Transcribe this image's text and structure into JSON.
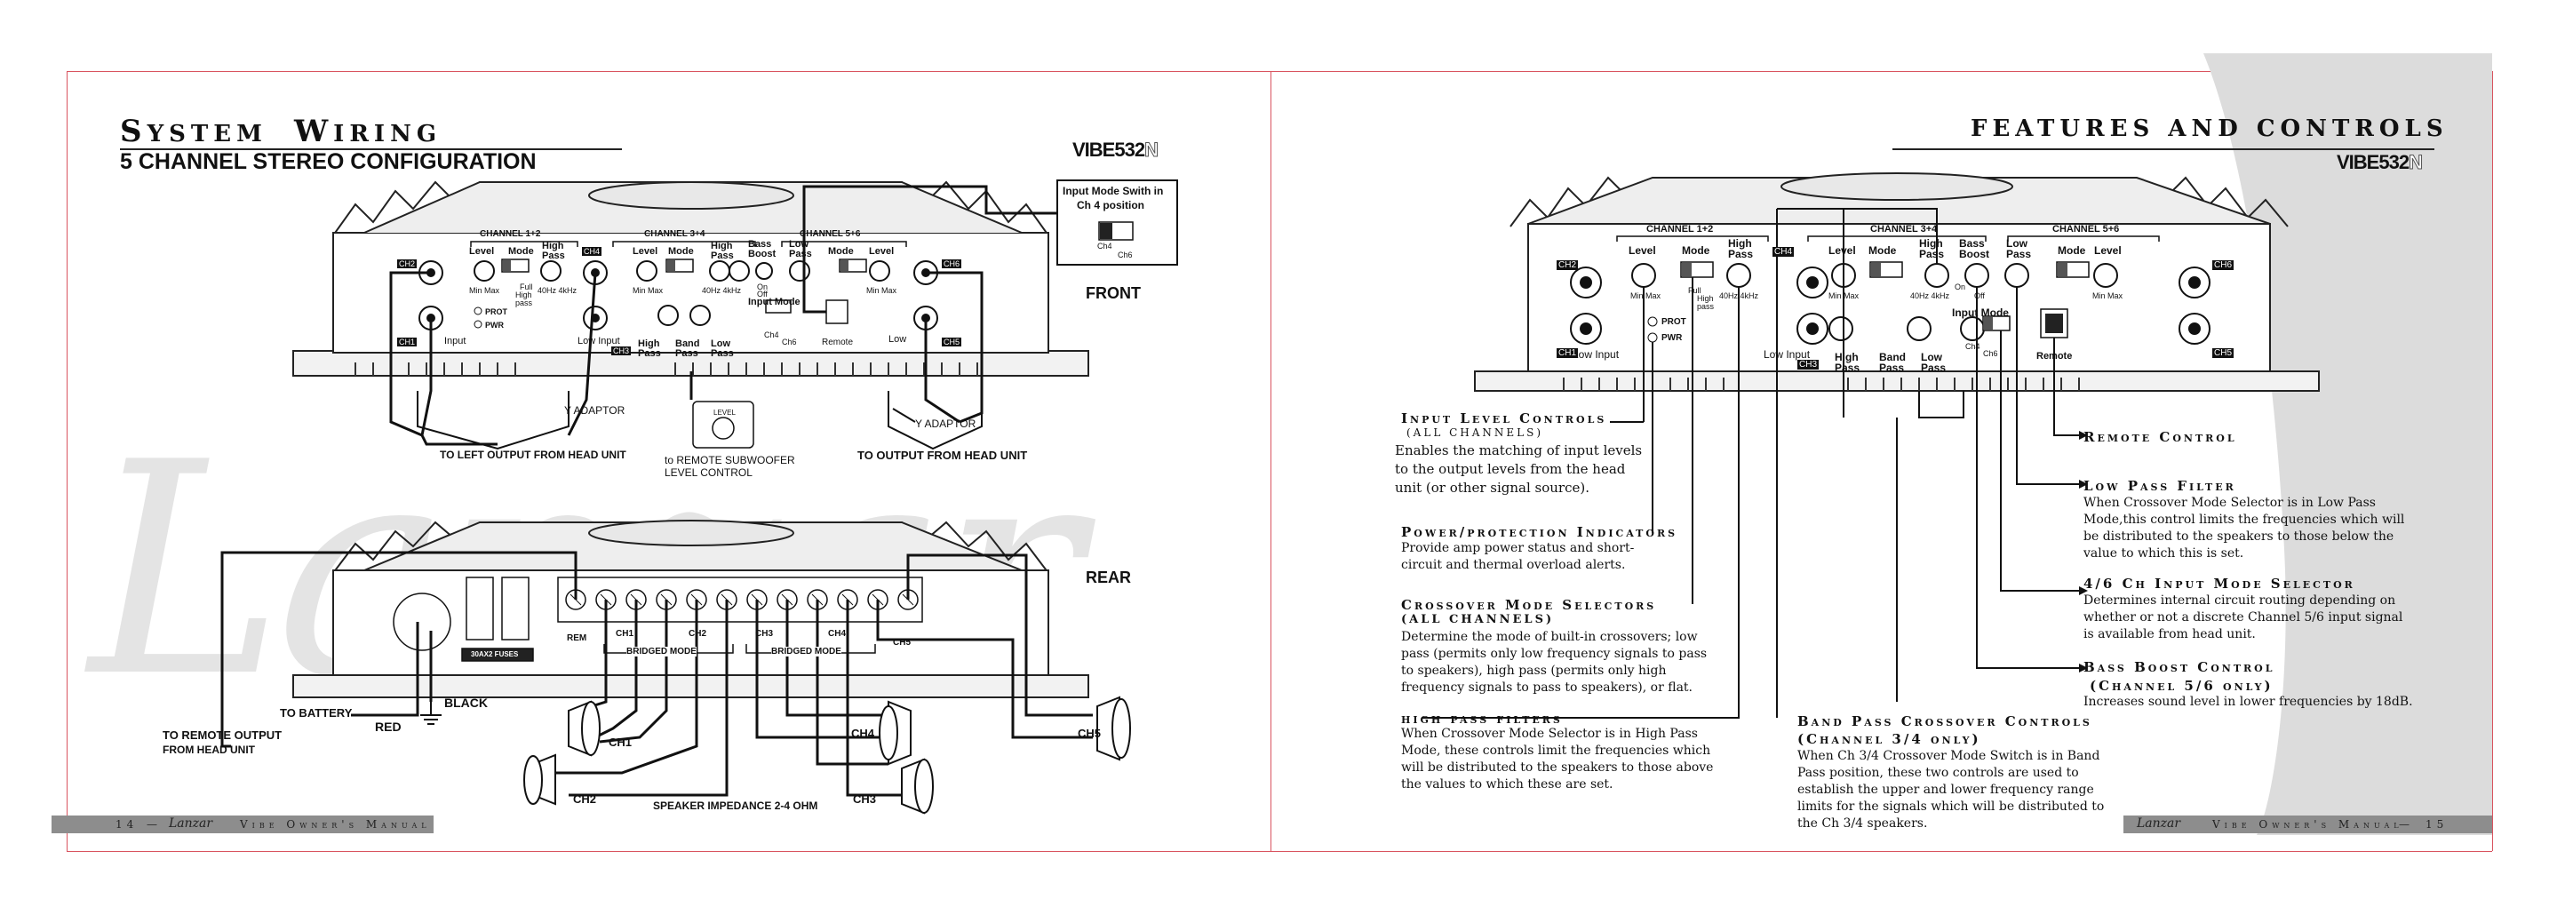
{
  "left_page": {
    "title_prefix_1": "S",
    "title_rest_1": "YSTEM",
    "title_prefix_2": "W",
    "title_rest_2": "IRING",
    "subtitle": "5 CHANNEL STEREO CONFIGURATION",
    "model": "VIBE532",
    "model_suffix": "N",
    "front_label": "FRONT",
    "rear_label": "REAR",
    "input_mode_callout": [
      "Input Mode Swith in",
      "Ch 4 position"
    ],
    "callout_sw": [
      "Ch4",
      "Ch6"
    ],
    "channel_headers": [
      "CHANNEL 1+2",
      "CHANNEL 3+4",
      "CHANNEL 5+6"
    ],
    "front_labels": {
      "level": "Level",
      "mode": "Mode",
      "high_pass": "High Pass",
      "bass_boost": "Bass Boost",
      "low_pass": "Low Pass",
      "minmax": "Min  Max",
      "full": "Full",
      "high_pass_s": "High pass",
      "hz": "40Hz  4kHz",
      "prot": "PROT",
      "pwr": "PWR",
      "input": "Input",
      "low_input": "Low Input",
      "high_pass_b": "High Pass",
      "band_pass": "Band Pass",
      "low_pass_b": "Low Pass",
      "input_mode": "Input  Mode",
      "remote": "Remote",
      "ch4": "Ch4",
      "ch6": "Ch6",
      "on": "On",
      "off": "Off",
      "ch2": "CH2",
      "ch1": "CH1",
      "ch4l": "CH4",
      "ch3": "CH3",
      "ch5": "CH5",
      "ch6l": "CH6",
      "low": "Low"
    },
    "y_adaptor_1": "Y ADAPTOR",
    "y_adaptor_2": "Y ADAPTOR",
    "to_left_output": "TO LEFT OUTPUT FROM HEAD UNIT",
    "to_output": "TO  OUTPUT  FROM HEAD UNIT",
    "to_remote_sub": [
      "to REMOTE SUBWOOFER",
      "LEVEL CONTROL"
    ],
    "remote_knob": "LEVEL",
    "rear_terms": {
      "rem": "REM",
      "ch1": "CH1",
      "ch2": "CH2",
      "ch3": "CH3",
      "ch4": "CH4",
      "ch5": "CH5",
      "bridged": "BRIDGED MODE",
      "fuse": "30AX2 FUSES"
    },
    "to_battery": "TO BATTERY",
    "red": "RED",
    "black": "BLACK",
    "to_remote_output": [
      "TO REMOTE OUTPUT",
      "FROM HEAD UNIT"
    ],
    "speakers": {
      "ch1": "CH1",
      "ch2": "CH2",
      "ch3": "CH3",
      "ch4": "CH4",
      "ch5": "CH5"
    },
    "speaker_impedance": "SPEAKER IMPEDANCE 2-4 OHM",
    "footer": "14  —  Lanzar   VIBE OWNER'S MANUAL",
    "footer_page": "14",
    "footer_brand": "Lanzar",
    "footer_manual": "Vibe Owner's Manual"
  },
  "right_page": {
    "title": "FEATURES AND CONTROLS",
    "model": "VIBE532",
    "model_suffix": "N",
    "features": {
      "input_level": {
        "heading": "Input Level Controls",
        "sub": "(ALL CHANNELS)",
        "text": "Enables the matching of input levels to the output levels from the head unit (or other signal source)."
      },
      "power": {
        "heading": "Power/protection Indicators",
        "text": "Provide amp power status and short-circuit and thermal overload alerts."
      },
      "crossover": {
        "heading": "Crossover Mode Selectors",
        "sub": "(ALL CHANNELS)",
        "text": "Determine the mode of built-in crossovers; low pass (permits only low frequency signals to pass to speakers), high pass (permits only high frequency signals to pass to speakers), or flat."
      },
      "high_pass": {
        "heading": "high pass filters",
        "text": "When Crossover Mode Selector is in High Pass Mode, these controls limit the frequencies which will be distributed to the speakers to those above the values to which these are set."
      },
      "band_pass": {
        "heading": "Band Pass Crossover Controls",
        "sub": "(Channel 3/4 only)",
        "text": "When Ch 3/4 Crossover Mode Switch is in Band Pass position, these two controls are used to establish the upper and lower frequency range limits for the signals which will be distributed to the Ch 3/4 speakers."
      },
      "remote": {
        "heading": "Remote Control"
      },
      "low_pass": {
        "heading": "Low Pass Filter",
        "text": "When Crossover Mode Selector is in Low Pass Mode,this control limits the frequencies which will be distributed to the speakers to those below the value to which this is set."
      },
      "ch46": {
        "heading": "4/6 Ch Input Mode Selector",
        "text": "Determines internal circuit routing depending on whether or not a discrete Channel 5/6 input signal is available from head unit."
      },
      "bass_boost": {
        "heading": "Bass Boost Control",
        "sub": "(Channel 5/6 only)",
        "text": "Increases sound level in lower frequencies by 18dB."
      }
    },
    "panel": {
      "channel_headers": [
        "CHANNEL 1+2",
        "CHANNEL 3+4",
        "CHANNEL 5+6"
      ],
      "level": "Level",
      "mode": "Mode",
      "high_pass": "High Pass",
      "bass_boost": "Bass Boost",
      "low_pass": "Low Pass",
      "minmax": "Min  Max",
      "full": "Full",
      "high_pass_s": "High pass",
      "hz": "40Hz  4kHz",
      "prot": "PROT",
      "pwr": "PWR",
      "low_input": "Low  Input",
      "band_pass": "Band Pass",
      "input_mode": "Input  Mode",
      "remote": "Remote",
      "ch2": "CH2",
      "ch1": "CH1",
      "ch4": "CH4",
      "ch3": "CH3",
      "ch6": "CH6",
      "ch5": "CH5",
      "on": "On",
      "off": "Off",
      "ch4s": "Ch4",
      "ch6s": "Ch6",
      "high_pass_b": "High Pass",
      "low_pass_b": "Low Pass"
    },
    "footer_brand": "Lanzar",
    "footer_manual": "Vibe Owner's Manual",
    "footer_page": "15"
  },
  "colors": {
    "frame": "#d9535f",
    "footer_bar": "#8d8d8d",
    "watermark": "#e4e4e4"
  }
}
